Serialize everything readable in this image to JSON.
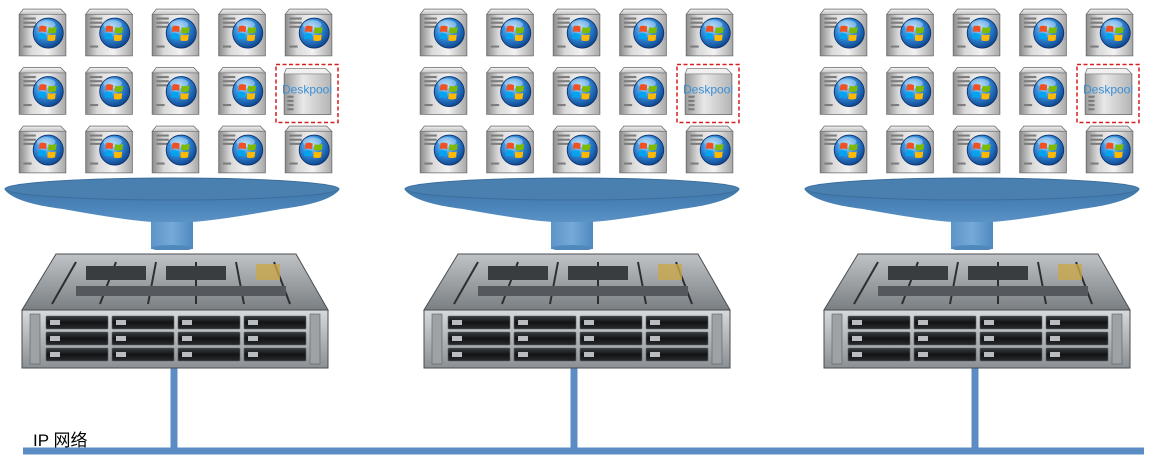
{
  "network": {
    "label": "IP 网络"
  },
  "clusters": [
    {
      "pool_label": "Deskpool"
    },
    {
      "pool_label": "Deskpool"
    },
    {
      "pool_label": "Deskpool"
    }
  ],
  "colors": {
    "funnel": "#4a80b0",
    "funnel_edge": "#3c6e9c",
    "network_line": "#5b8cc4",
    "pool_border": "#d42020",
    "pool_text": "#3a8fd6"
  },
  "icons": {
    "desktop": "windows-desktop-icon",
    "pool": "deskpool-server-icon",
    "server": "rack-server-icon",
    "funnel": "funnel-icon"
  }
}
